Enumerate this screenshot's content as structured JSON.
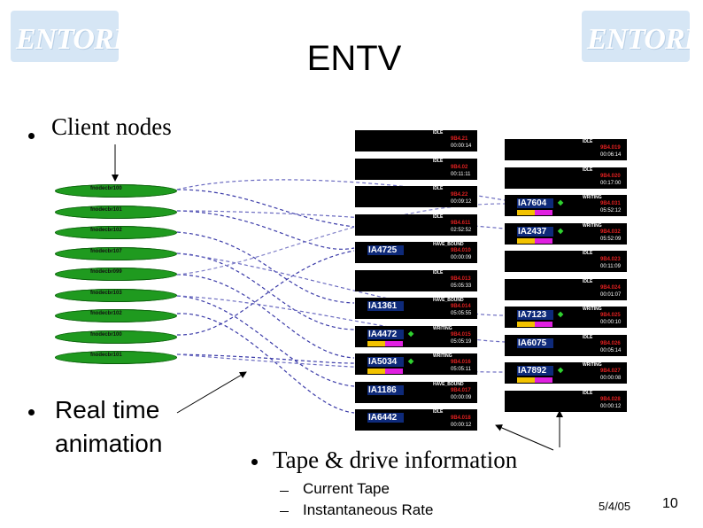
{
  "logo_text": "ENTORE",
  "title": "ENTV",
  "bullets": {
    "client_nodes": "Client nodes",
    "real_time_line1": "Real time",
    "real_time_line2": "animation",
    "tape_drive": "Tape & drive information",
    "sub1": "Current Tape",
    "sub2": "Instantaneous Rate"
  },
  "footer": {
    "date": "5/4/05",
    "page": "10"
  },
  "nodes": [
    "fnodecbr100",
    "fnodecbr101",
    "fnodecbr102",
    "fnodecbr107",
    "fnodecbr099",
    "fnodecbr103",
    "fnodecbr102",
    "fnodecbr100",
    "fnodecbr101"
  ],
  "left_panels": [
    {
      "status": "IDLE",
      "code": "9B4.21",
      "time": "00:00:14"
    },
    {
      "status": "IDLE",
      "code": "9B4.02",
      "time": "00:11:11"
    },
    {
      "status": "IDLE",
      "code": "9B4.22",
      "time": "00:09:12"
    },
    {
      "status": "IDLE",
      "code": "9B4.611",
      "time": "02:52:52"
    },
    {
      "status": "HAVE_BOUND",
      "tape": "IA4725",
      "code": "9B4.010",
      "time": "00:00:09"
    },
    {
      "status": "IDLE",
      "code": "9B4.013",
      "time": "05:05:33"
    },
    {
      "status": "HAVE_BOUND",
      "tape": "IA1361",
      "code": "9B4.014",
      "time": "05:05:55"
    },
    {
      "status": "WRITING",
      "tape": "IA4472",
      "code": "9B4.015",
      "time": "05:05:19"
    },
    {
      "status": "WRITING",
      "tape": "IA5034",
      "code": "9B4.016",
      "time": "05:05:11"
    },
    {
      "status": "HAVE_BOUND",
      "tape": "IA1186",
      "code": "9B4.017",
      "time": "00:00:09"
    },
    {
      "status": "IDLE",
      "tape": "IA6442",
      "code": "9B4.018",
      "time": "00:00:12"
    }
  ],
  "right_panels": [
    {
      "status": "IDLE",
      "code": "9B4.019",
      "time": "00:06:14"
    },
    {
      "status": "IDLE",
      "code": "9B4.020",
      "time": "00:17:00"
    },
    {
      "status": "WRITING",
      "tape": "IA7604",
      "code": "9B4.031",
      "time": "05:52:12"
    },
    {
      "status": "WRITING",
      "tape": "IA2437",
      "code": "9B4.032",
      "time": "05:52:09"
    },
    {
      "status": "IDLE",
      "code": "9B4.023",
      "time": "00:11:09"
    },
    {
      "status": "IDLE",
      "code": "9B4.024",
      "time": "00:01:07"
    },
    {
      "status": "WRITING",
      "tape": "IA7123",
      "code": "9B4.025",
      "time": "00:00:10"
    },
    {
      "status": "IDLE",
      "tape": "IA6075",
      "code": "9B4.026",
      "time": "00:05:14"
    },
    {
      "status": "WRITING",
      "tape": "IA7892",
      "code": "9B4.027",
      "time": "00:00:08"
    },
    {
      "status": "IDLE",
      "code": "9B4.028",
      "time": "00:00:12"
    }
  ]
}
